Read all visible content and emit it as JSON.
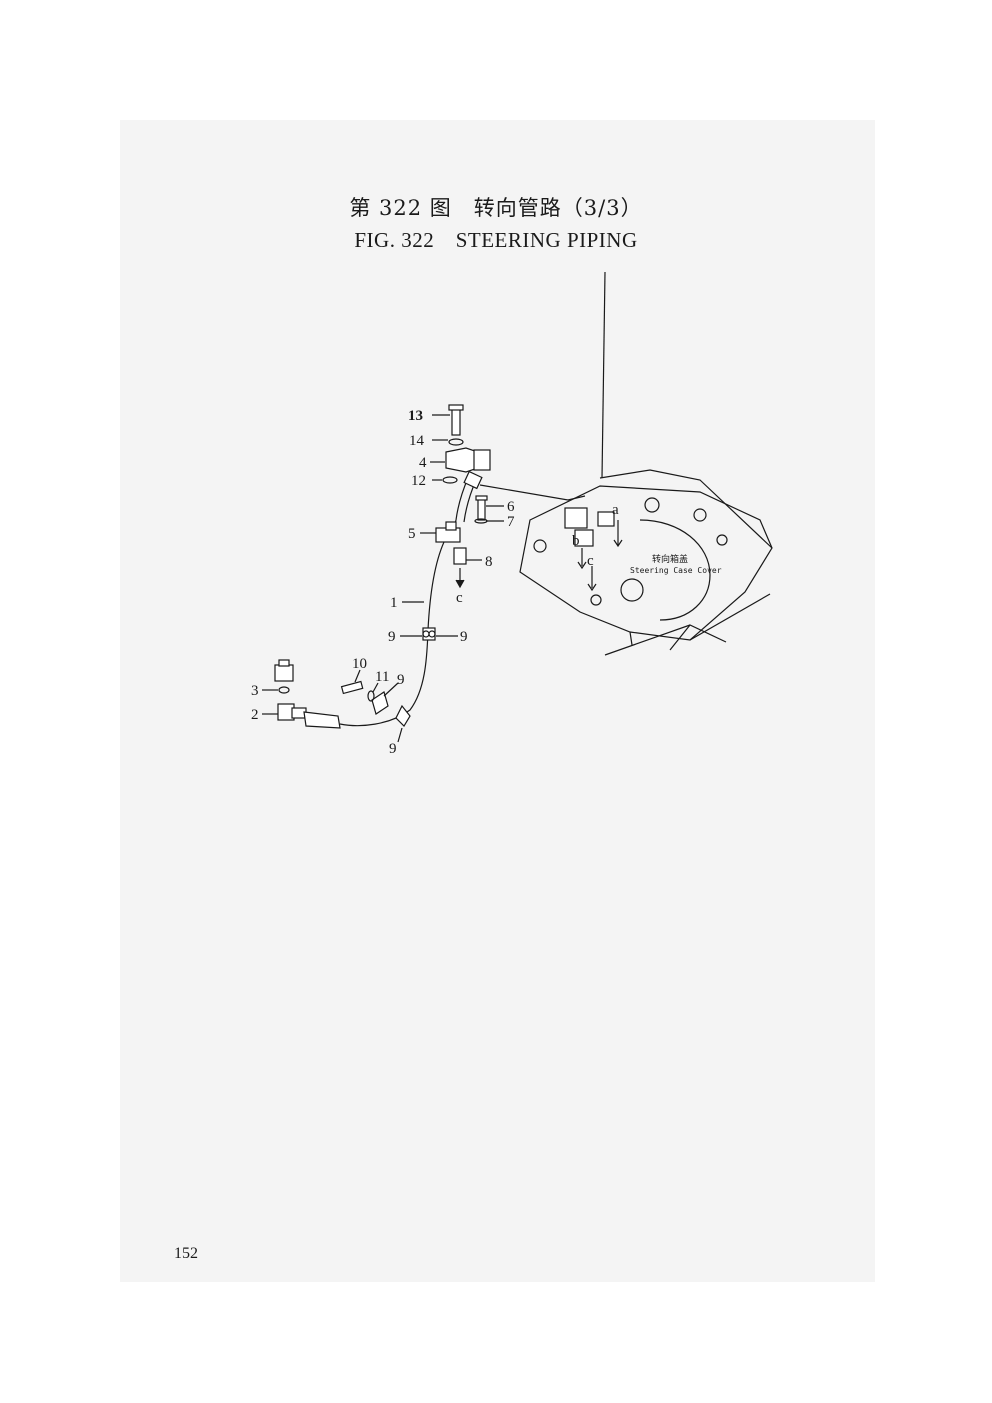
{
  "title": {
    "chinese": "第 322 图　转向管路（3/3）",
    "english": "FIG. 322　STEERING PIPING"
  },
  "callouts": [
    "13",
    "14",
    "4",
    "12",
    "6",
    "7",
    "5",
    "8",
    "c",
    "1",
    "9",
    "9",
    "10",
    "11",
    "9",
    "3",
    "2",
    "9"
  ],
  "housing_labels": {
    "a": "a",
    "b": "b",
    "c": "c",
    "cn": "转向箱盖",
    "en": "Steering Case Cover"
  },
  "page_number": "152"
}
